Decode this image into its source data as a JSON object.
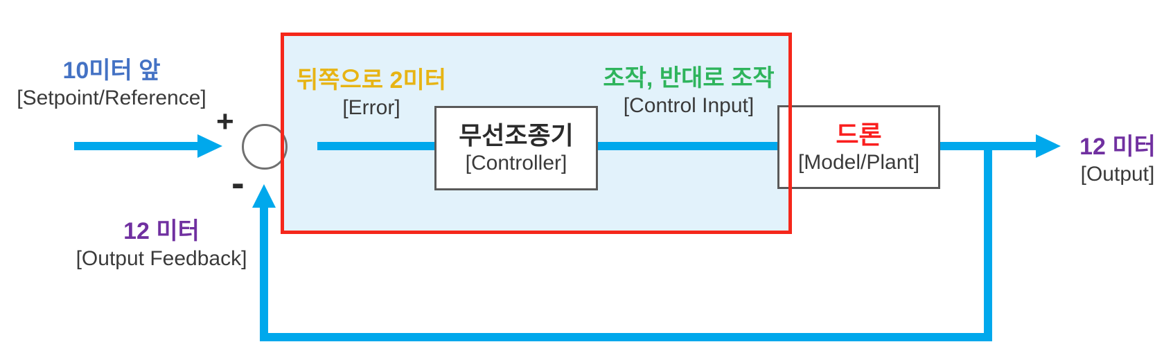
{
  "diagram": {
    "title_semantic": "drone feedback control loop diagram",
    "setpoint": {
      "label": "10미터 앞",
      "sublabel": "[Setpoint/Reference]"
    },
    "summing_junction": {
      "plus": "+",
      "minus": "-"
    },
    "error": {
      "label": "뒤쪽으로 2미터",
      "sublabel": "[Error]"
    },
    "controller_box": {
      "label": "무선조종기",
      "sublabel": "[Controller]"
    },
    "control_input": {
      "label": "조작, 반대로 조작",
      "sublabel": "[Control Input]"
    },
    "plant_box": {
      "label": "드론",
      "sublabel": "[Model/Plant]"
    },
    "output": {
      "label": "12 미터",
      "sublabel": "[Output]"
    },
    "feedback": {
      "label": "12 미터",
      "sublabel": "[Output Feedback]"
    }
  },
  "colors": {
    "signal_arrow_blue": "#00A8EC",
    "highlight_border_red": "#F5271B",
    "highlight_fill_lightblue": "#E2F2FB",
    "setpoint_label_blue": "#4472C4",
    "error_label_gold": "#E7B414",
    "control_input_label_green": "#2EB45C",
    "output_label_purple": "#7030A0",
    "plant_label_red": "#FA1F1F",
    "box_border_gray": "#595959",
    "junction_circle_gray": "#707070",
    "sublabel_dark_gray": "#3A3A3A"
  }
}
